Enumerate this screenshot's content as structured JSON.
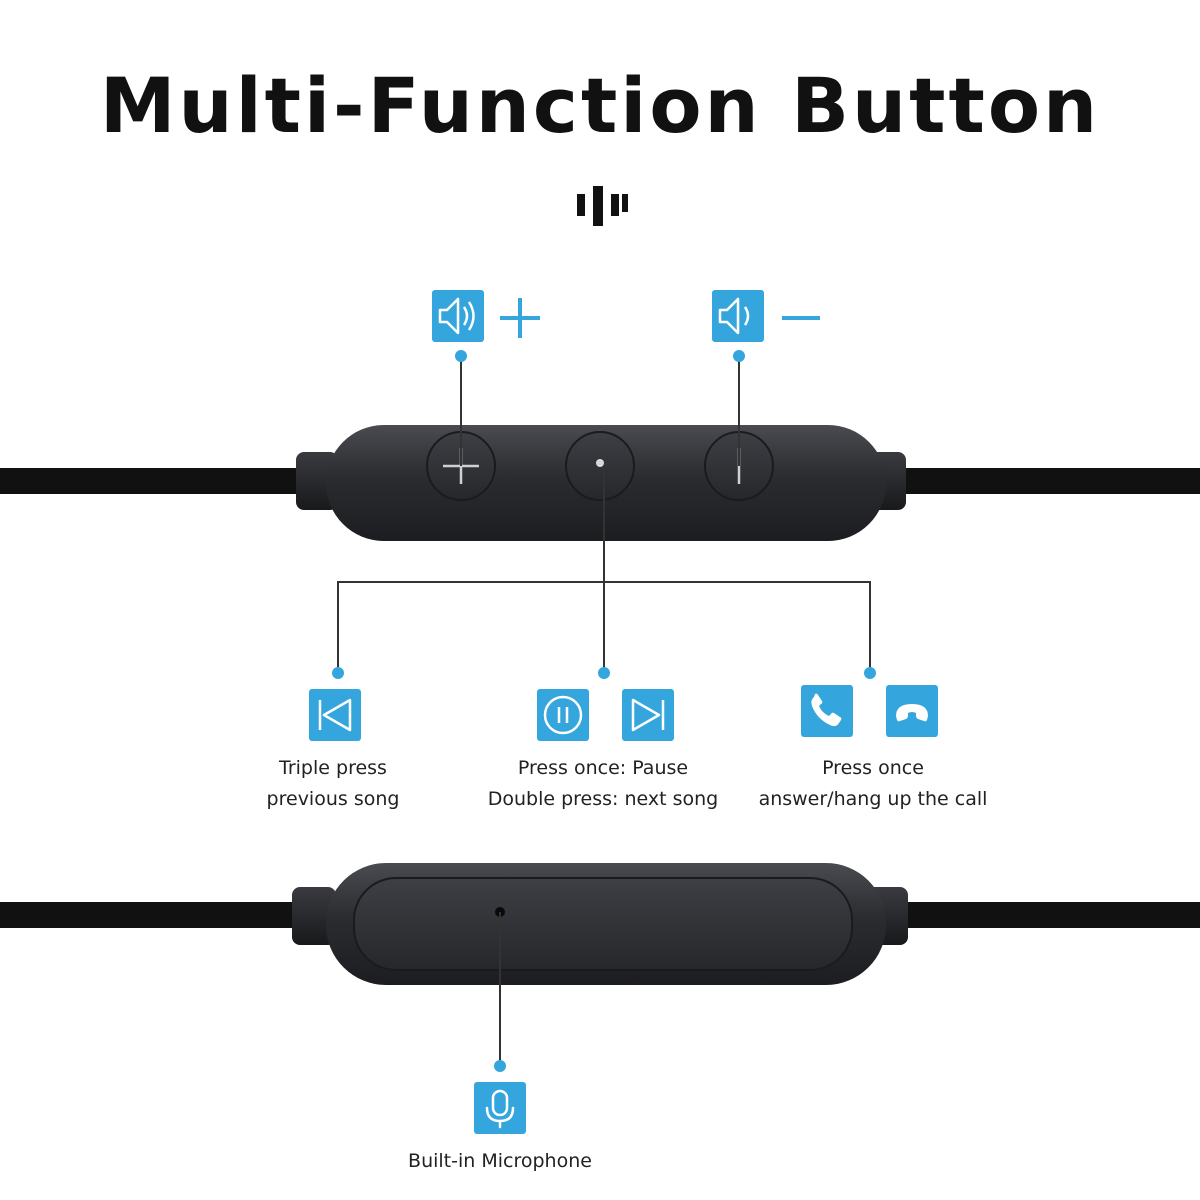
{
  "title": "Multi-Function Button",
  "colors": {
    "accent": "#35a6dd",
    "cable": "#111111",
    "remote_body": "#2d2e32",
    "connector_line": "#333333"
  },
  "icons": {
    "volume_up": "speaker-plus-icon",
    "volume_down": "speaker-minus-icon",
    "previous": "skip-previous-icon",
    "pause": "pause-icon",
    "next": "skip-next-icon",
    "answer": "phone-answer-icon",
    "hang_up": "phone-hangup-icon",
    "microphone": "microphone-icon"
  },
  "labels": {
    "previous": {
      "line1": "Triple press",
      "line2": "previous song"
    },
    "play": {
      "line1": "Press once: Pause",
      "line2": "Double press: next song"
    },
    "call": {
      "line1": "Press once",
      "line2": "answer/hang up the call"
    },
    "microphone": "Built-in Microphone"
  }
}
